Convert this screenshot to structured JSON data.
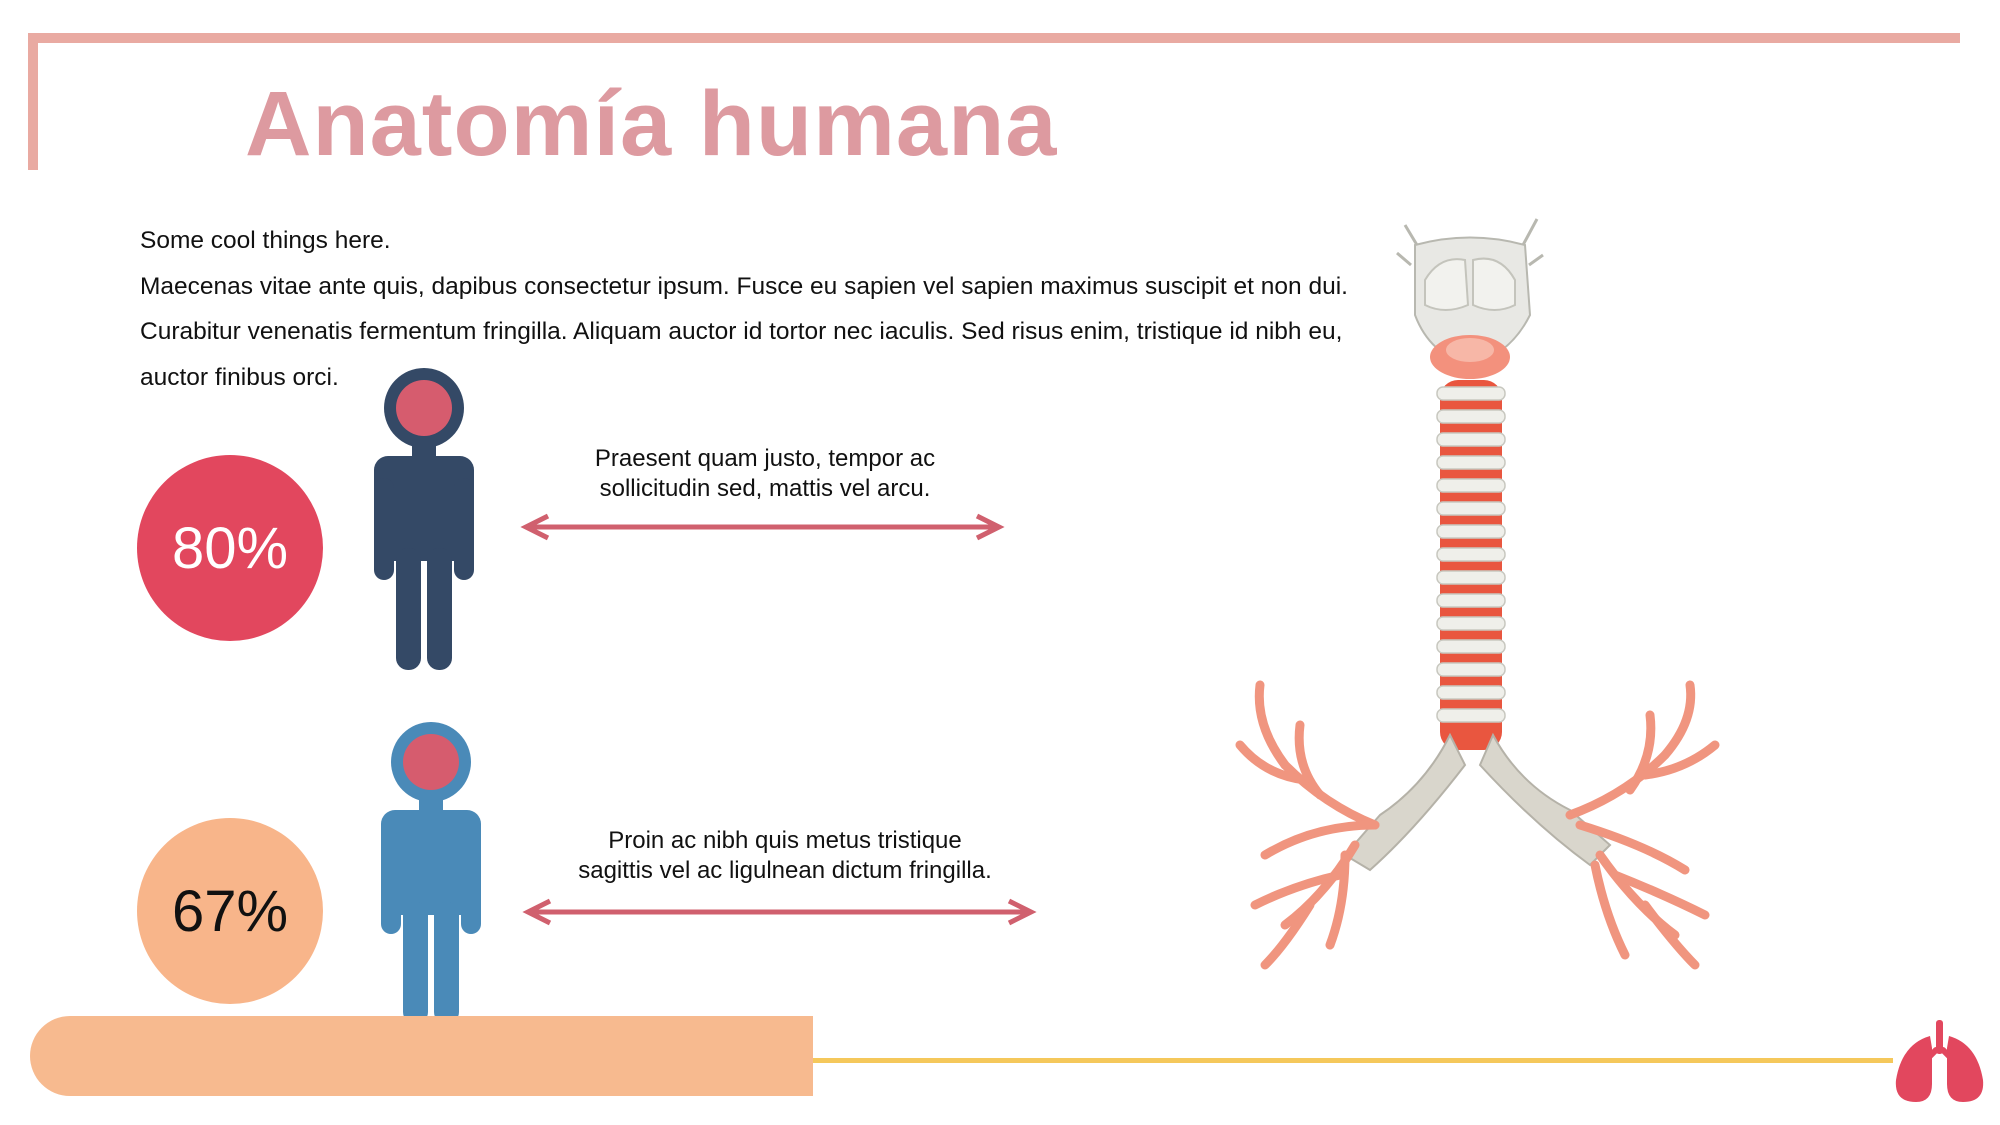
{
  "slide": {
    "title": "Anatomía humana",
    "intro_lines": [
      "Some cool things here.",
      "Maecenas vitae ante quis, dapibus consectetur ipsum. Fusce eu sapien vel sapien maximus suscipit et non dui.",
      "Curabitur venenatis fermentum fringilla. Aliquam auctor id tortor nec iaculis. Sed risus enim, tristique id nibh eu,",
      "auctor finibus orci."
    ]
  },
  "stats": [
    {
      "value": "80%",
      "caption_lines": [
        "Praesent quam justo, tempor ac",
        "sollicitudin sed, mattis vel arcu."
      ],
      "circle_color": "#e2475e",
      "figure_color": "#344966",
      "head_color": "#d65c6e"
    },
    {
      "value": "67%",
      "caption_lines": [
        "Proin ac nibh quis metus tristique",
        "sagittis vel ac ligulnean dictum fringilla."
      ],
      "circle_color": "#f8b58a",
      "figure_color": "#4a8ab8",
      "head_color": "#d65c6e"
    }
  ],
  "colors": {
    "title": "#dd9aa0",
    "frame": "#e9aaa2",
    "arrow": "#d0606e",
    "base_bar": "#f7ba8f",
    "base_line": "#f5c85b",
    "lung_icon": "#e2475e"
  },
  "icons": [
    "person-figure-icon",
    "double-arrow-icon",
    "trachea-bronchi-illustration",
    "lungs-icon"
  ]
}
